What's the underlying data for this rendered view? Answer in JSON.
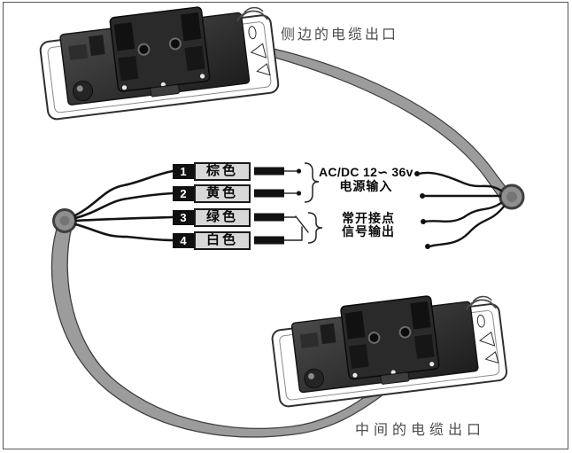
{
  "diagram": {
    "captions": {
      "side_outlet": "侧边的电缆出口",
      "middle_outlet": "中间的电缆出口"
    },
    "terminals": {
      "rows": [
        {
          "number": "1",
          "color_name": "棕色"
        },
        {
          "number": "2",
          "color_name": "黄色"
        },
        {
          "number": "3",
          "color_name": "绿色"
        },
        {
          "number": "4",
          "color_name": "白色"
        }
      ]
    },
    "annotations": {
      "power_group": {
        "line1": "AC/DC 12∽ 36v",
        "line2": "电源输入"
      },
      "signal_group": {
        "line1": "常开接点",
        "line2": "信号输出"
      }
    },
    "colors": {
      "cable": "#9c9c9c",
      "cable_outline": "#3f3f3f",
      "wire": "#141414",
      "terminal_number_bg": "#101010",
      "terminal_label_bg": "#d8d8d8",
      "caption_text": "#4d4d4d",
      "frame_border": "#565656"
    }
  }
}
